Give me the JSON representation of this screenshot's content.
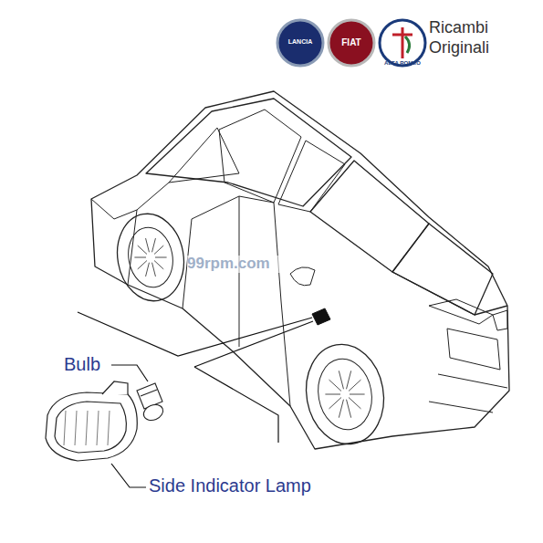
{
  "diagram": {
    "labels": [
      "LANCIA",
      "FIAT",
      "ALFA ROMEO",
      "Ricambi Originali",
      "99rpm.com",
      "Bulb",
      "Side Indicator Lamp"
    ]
  }
}
